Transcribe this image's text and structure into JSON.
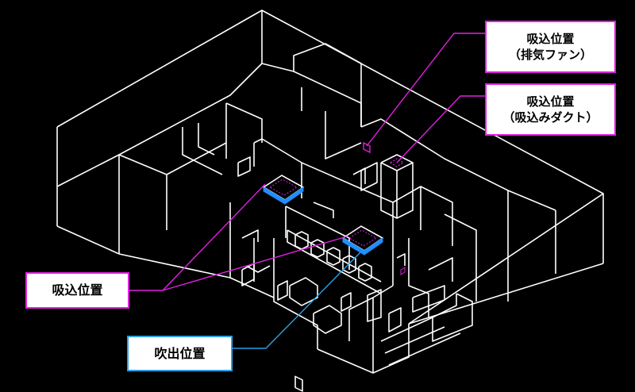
{
  "labels": {
    "exhaust_fan": {
      "line1": "吸込位置",
      "line2": "（排気ファン）"
    },
    "intake_duct": {
      "line1": "吸込位置",
      "line2": "（吸込みダクト）"
    },
    "intake": {
      "line1": "吸込位置"
    },
    "supply": {
      "line1": "吹出位置"
    }
  },
  "colors": {
    "background": "#000000",
    "wireframe": "#ffffff",
    "intake_leader": "#e020e0",
    "supply_leader": "#2aa0e8",
    "supply_unit": "#1e8fff",
    "box_fill": "#ffffff"
  },
  "icons": {
    "ceiling_unit": "ceiling-cassette-unit",
    "exhaust_fan": "exhaust-fan-grille",
    "intake_duct": "intake-duct-grille"
  }
}
